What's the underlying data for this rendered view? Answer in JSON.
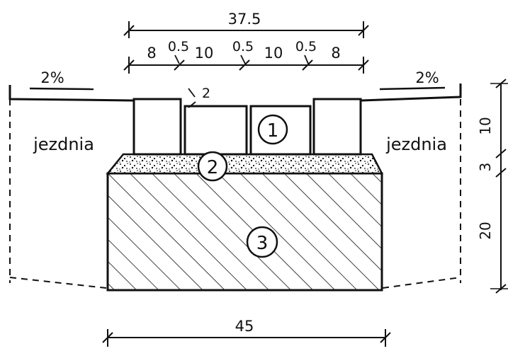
{
  "dimensions": {
    "top_total": "37.5",
    "top_segments": [
      "8",
      "0.5",
      "10",
      "0.5",
      "10",
      "0.5",
      "8"
    ],
    "joint_gap": "2",
    "bottom_total": "45",
    "right_vertical": [
      "10",
      "3",
      "20"
    ]
  },
  "slopes": {
    "left": "2%",
    "right": "2%"
  },
  "labels": {
    "left_road": "jezdnia",
    "right_road": "jezdnia"
  },
  "layer_markers": [
    "1",
    "2",
    "3"
  ]
}
